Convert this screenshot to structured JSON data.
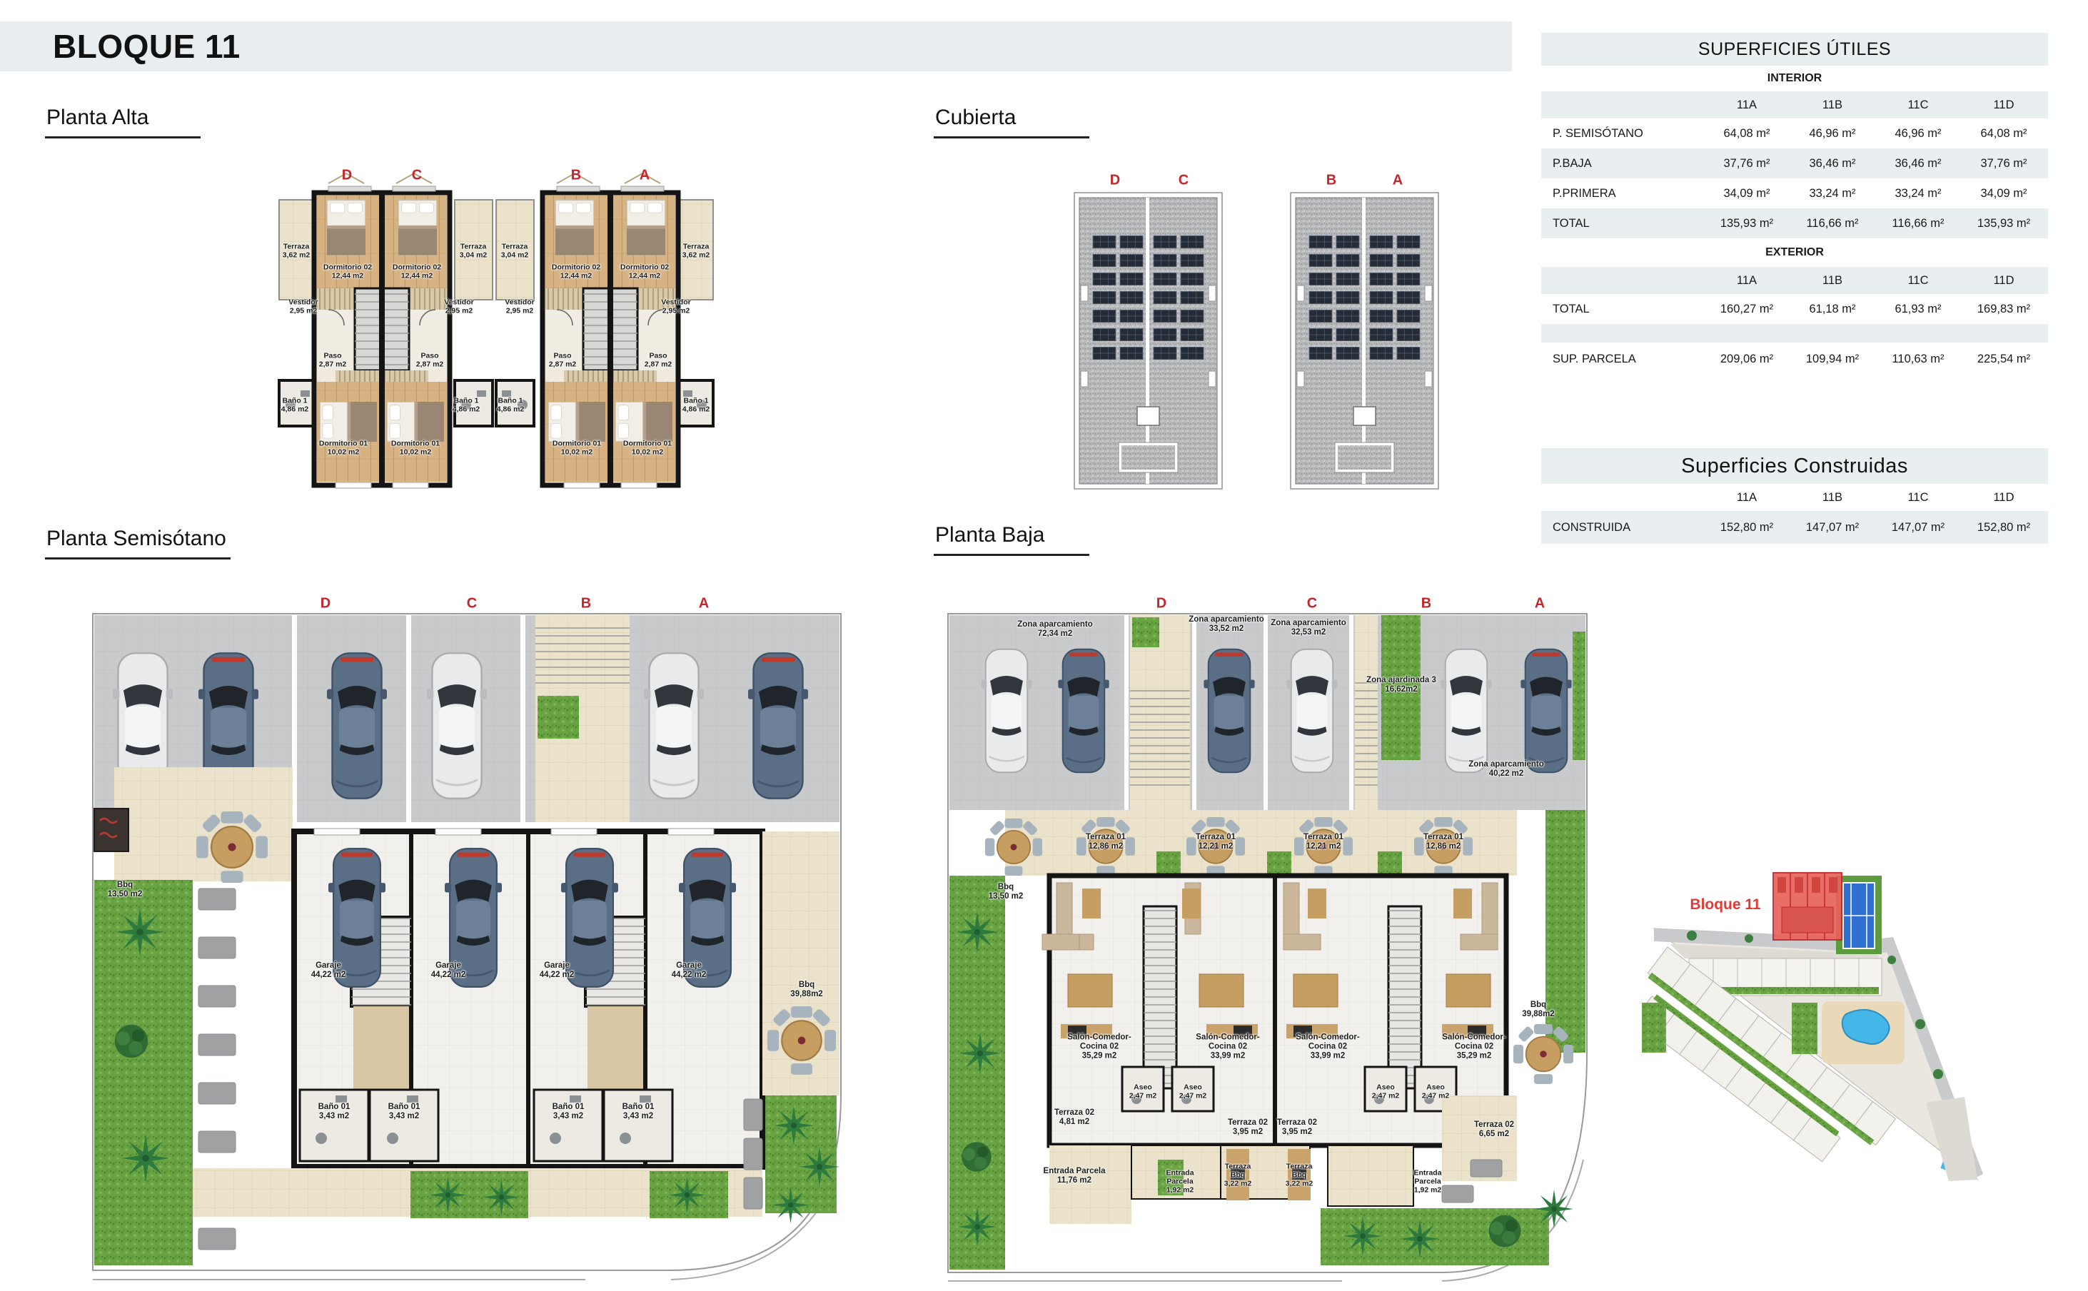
{
  "header": {
    "title": "BLOQUE 11"
  },
  "sections": {
    "planta_alta": "Planta Alta",
    "cubierta": "Cubierta",
    "planta_semisotano": "Planta Semisótano",
    "planta_baja": "Planta Baja"
  },
  "unit_letters": [
    "D",
    "C",
    "B",
    "A"
  ],
  "colors": {
    "accent_red": "#c1272d",
    "highlight_block_red": "#e8625c",
    "pool_blue": "#45b6e8",
    "court_blue": "#2f6fd0",
    "table_band_gray": "#e9eef0"
  },
  "tables": {
    "utiles": {
      "title": "SUPERFICIES ÚTILES",
      "interior_label": "INTERIOR",
      "exterior_label": "EXTERIOR",
      "columns": [
        "11A",
        "11B",
        "11C",
        "11D"
      ],
      "interior_rows": [
        {
          "label": "P. SEMISÓTANO",
          "values": [
            "64,08 m²",
            "46,96 m²",
            "46,96 m²",
            "64,08 m²"
          ]
        },
        {
          "label": "P.BAJA",
          "values": [
            "37,76 m²",
            "36,46 m²",
            "36,46 m²",
            "37,76 m²"
          ]
        },
        {
          "label": "P.PRIMERA",
          "values": [
            "34,09 m²",
            "33,24 m²",
            "33,24 m²",
            "34,09 m²"
          ]
        },
        {
          "label": "TOTAL",
          "values": [
            "135,93 m²",
            "116,66 m²",
            "116,66 m²",
            "135,93 m²"
          ]
        }
      ],
      "exterior_total": {
        "label": "TOTAL",
        "values": [
          "160,27 m²",
          "61,18 m²",
          "61,93 m²",
          "169,83 m²"
        ]
      },
      "parcela": {
        "label": "SUP. PARCELA",
        "values": [
          "209,06 m²",
          "109,94 m²",
          "110,63 m²",
          "225,54 m²"
        ]
      }
    },
    "construidas": {
      "title": "Superficies Construidas",
      "columns": [
        "11A",
        "11B",
        "11C",
        "11D"
      ],
      "row": {
        "label": "CONSTRUIDA",
        "values": [
          "152,80 m²",
          "147,07 m²",
          "147,07 m²",
          "152,80 m²"
        ]
      }
    }
  },
  "plans": {
    "alta": {
      "rooms": {
        "terraza_d": {
          "name": "Terraza",
          "area": "3,62 m2"
        },
        "terraza_c": {
          "name": "Terraza",
          "area": "3,04 m2"
        },
        "terraza_b": {
          "name": "Terraza",
          "area": "3,04 m2"
        },
        "terraza_a": {
          "name": "Terraza",
          "area": "3,62 m2"
        },
        "dormitorio02": {
          "name": "Dormitorio 02",
          "area": "12,44 m2"
        },
        "vestidor": {
          "name": "Vestidor",
          "area": "2,95 m2"
        },
        "paso": {
          "name": "Paso",
          "area": "2,87 m2"
        },
        "bano1": {
          "name": "Baño 1",
          "area": "4,86 m2"
        },
        "dormitorio01": {
          "name": "Dormitorio 01",
          "area": "10,02 m2"
        }
      }
    },
    "semisotano": {
      "garaje": {
        "name": "Garaje",
        "area": "44,22 m2"
      },
      "bano01": {
        "name": "Baño 01",
        "area": "3,43 m2"
      },
      "bbq_left": {
        "name": "Bbq",
        "area": "13,50 m2"
      },
      "bbq_right": {
        "name": "Bbq",
        "area": "39,88m2"
      }
    },
    "baja": {
      "zona_aparcamiento_d": {
        "name": "Zona aparcamiento",
        "area": "72,34 m2"
      },
      "zona_aparcamiento_c": {
        "name": "Zona aparcamiento",
        "area": "33,52 m2"
      },
      "zona_aparcamiento_b": {
        "name": "Zona aparcamiento",
        "area": "32,53 m2"
      },
      "zona_aparcamiento_a": {
        "name": "Zona aparcamiento",
        "area": "40,22 m2"
      },
      "zona_ajardinada": {
        "name": "Zona ajardinada 3",
        "area": "16,62m2"
      },
      "terraza01_d": {
        "name": "Terraza 01",
        "area": "12,86 m2"
      },
      "terraza01_c": {
        "name": "Terraza 01",
        "area": "12,21 m2"
      },
      "terraza01_b": {
        "name": "Terraza 01",
        "area": "12,21 m2"
      },
      "terraza01_a": {
        "name": "Terraza 01",
        "area": "12,86 m2"
      },
      "salon_d": {
        "name": "Salón-Comedor-",
        "name2": "Cocina 02",
        "area": "35,29 m2"
      },
      "salon_c": {
        "name": "Salón-Comedor-",
        "name2": "Cocina 02",
        "area": "33,99 m2"
      },
      "salon_b": {
        "name": "Salón-Comedor-",
        "name2": "Cocina 02",
        "area": "33,99 m2"
      },
      "salon_a": {
        "name": "Salón-Comedor-",
        "name2": "Cocina 02",
        "area": "35,29 m2"
      },
      "aseo": {
        "name": "Aseo",
        "area": "2,47 m2"
      },
      "terraza02_d": {
        "name": "Terraza 02",
        "area": "4,81 m2"
      },
      "terraza02_c": {
        "name": "Terraza 02",
        "area": "3,95 m2"
      },
      "terraza02_b": {
        "name": "Terraza 02",
        "area": "3,95 m2"
      },
      "terraza02_a": {
        "name": "Terraza 02",
        "area": "6,65 m2"
      },
      "terraza_bbq": {
        "name": "Terraza",
        "name2": "Bbq",
        "area": "3,22 m2"
      },
      "entrada_d": {
        "name": "Entrada Parcela",
        "area": "11,76 m2"
      },
      "entrada_c": {
        "name": "Entrada",
        "name2": "Parcela",
        "area": "1,92 m2"
      },
      "entrada_a": {
        "name": "Entrada",
        "name2": "Parcela",
        "area": "1,92 m2"
      },
      "bbq_left": {
        "name": "Bbq",
        "area": "13,50 m2"
      },
      "bbq_right": {
        "name": "Bbq",
        "area": "39,88m2"
      }
    },
    "site": {
      "highlight_label": "Bloque 11"
    }
  }
}
